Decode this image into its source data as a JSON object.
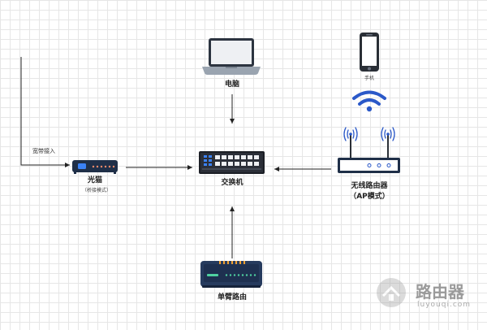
{
  "nodes": {
    "laptop": {
      "label": "电脑"
    },
    "phone": {
      "label": "手机"
    },
    "switch": {
      "label": "交换机"
    },
    "modem": {
      "label": "光猫",
      "sublabel": "（桥接模式）"
    },
    "wireless_router": {
      "label": "无线路由器",
      "sublabel": "（AP模式）"
    },
    "one_arm_router": {
      "label": "单臂路由"
    }
  },
  "edges": {
    "broadband_in": {
      "label": "宽带接入"
    }
  },
  "colors": {
    "wifi": "#2a58c8",
    "device_dark": "#1f2f48",
    "device_navy": "#263b5e",
    "line": "#222222"
  },
  "watermark": {
    "text": "路由器",
    "url": "luyouqi.com"
  }
}
